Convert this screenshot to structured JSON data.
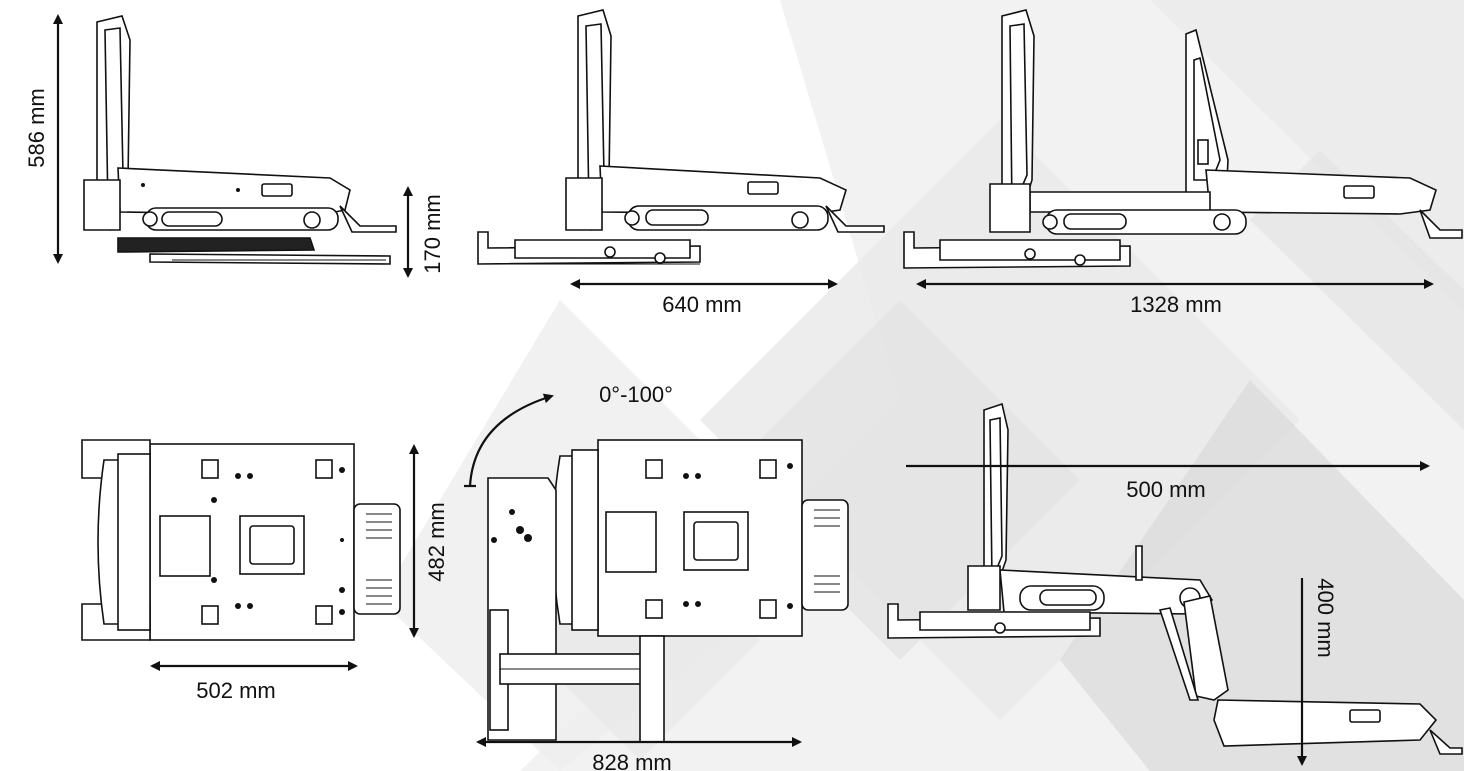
{
  "diagram": {
    "dims": {
      "height_total": "586 mm",
      "lift_height": "170 mm",
      "depth_640": "640 mm",
      "depth_1328": "1328 mm",
      "width_482": "482 mm",
      "width_502": "502 mm",
      "width_828": "828 mm",
      "rotation": "0°-100°",
      "reach_500": "500 mm",
      "drop_400": "400 mm"
    }
  }
}
